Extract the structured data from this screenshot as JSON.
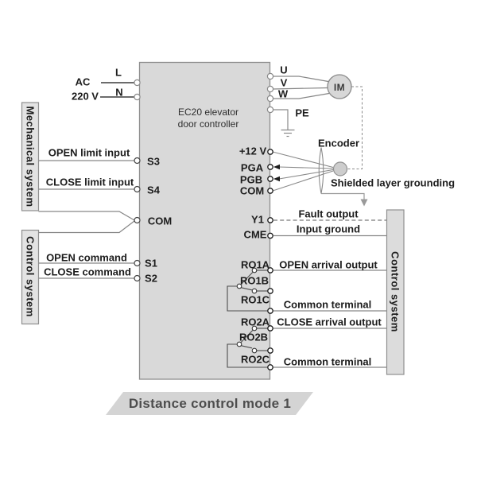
{
  "power": {
    "ac": "AC",
    "voltage": "220 V",
    "line_l": "L",
    "line_n": "N"
  },
  "controller": {
    "title_line1": "EC20 elevator",
    "title_line2": "door controller"
  },
  "mechanical": {
    "label": "Mechanical system",
    "open_limit": "OPEN limit input",
    "close_limit": "CLOSE limit input"
  },
  "control_left": {
    "label": "Control system",
    "open_command": "OPEN command",
    "close_command": "CLOSE command"
  },
  "terminals_left": {
    "s3": "S3",
    "s4": "S4",
    "com": "COM",
    "s1": "S1",
    "s2": "S2"
  },
  "motor": {
    "u": "U",
    "v": "V",
    "w": "W",
    "pe": "PE",
    "im": "IM"
  },
  "encoder": {
    "title": "Encoder",
    "v12": "+12 V",
    "pga": "PGA",
    "pgb": "PGB",
    "com": "COM",
    "shield": "Shielded layer grounding"
  },
  "outputs": {
    "y1": "Y1",
    "cme": "CME",
    "fault": "Fault output",
    "input_ground": "Input ground",
    "ro1a": "RO1A",
    "ro1b": "RO1B",
    "ro1c": "RO1C",
    "ro2a": "RO2A",
    "ro2b": "RO2B",
    "ro2c": "RO2C",
    "open_arrival": "OPEN arrival output",
    "common_terminal_1": "Common terminal",
    "close_arrival": "CLOSE arrival output",
    "common_terminal_2": "Common terminal"
  },
  "control_right": {
    "label": "Control system"
  },
  "caption": "Distance control mode 1",
  "colors": {
    "controller_fill": "#d9d9d9",
    "side_box_fill": "#e3e3e3",
    "box_border": "#8f8f8f",
    "wire": "#868686",
    "wire_dark": "#3c3c3c",
    "text": "#1c1c1c",
    "caption_fill": "#d4d4d4",
    "caption_text": "#4d4d4d"
  }
}
